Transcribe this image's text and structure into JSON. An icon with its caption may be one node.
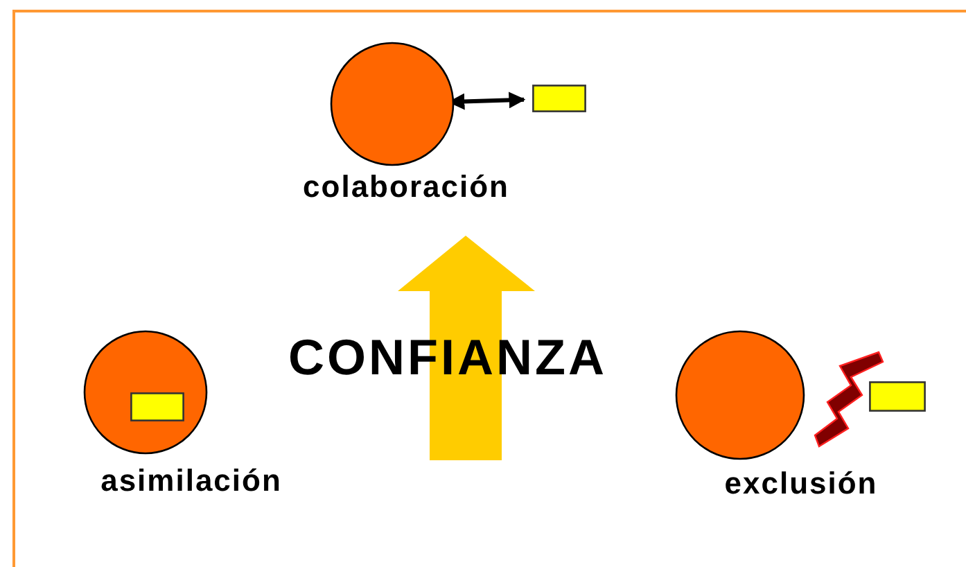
{
  "diagram": {
    "nodes": [
      {
        "text": [],
        "shape": "circle",
        "beside": [
          "colaboración"
        ]
      },
      {
        "text": [],
        "shape": "box"
      },
      {
        "text": [],
        "shape": "circle",
        "beside": [
          "asimilación"
        ]
      },
      {
        "text": [],
        "shape": "box",
        "in": 2
      },
      {
        "text": [],
        "shape": "circle",
        "beside": [
          "exclusión"
        ]
      },
      {
        "text": [],
        "shape": "box"
      }
    ],
    "edges": [
      {
        "from": 0,
        "to": 1,
        "arrow": "both"
      }
    ],
    "labels": [
      "CONFIANZA"
    ]
  }
}
